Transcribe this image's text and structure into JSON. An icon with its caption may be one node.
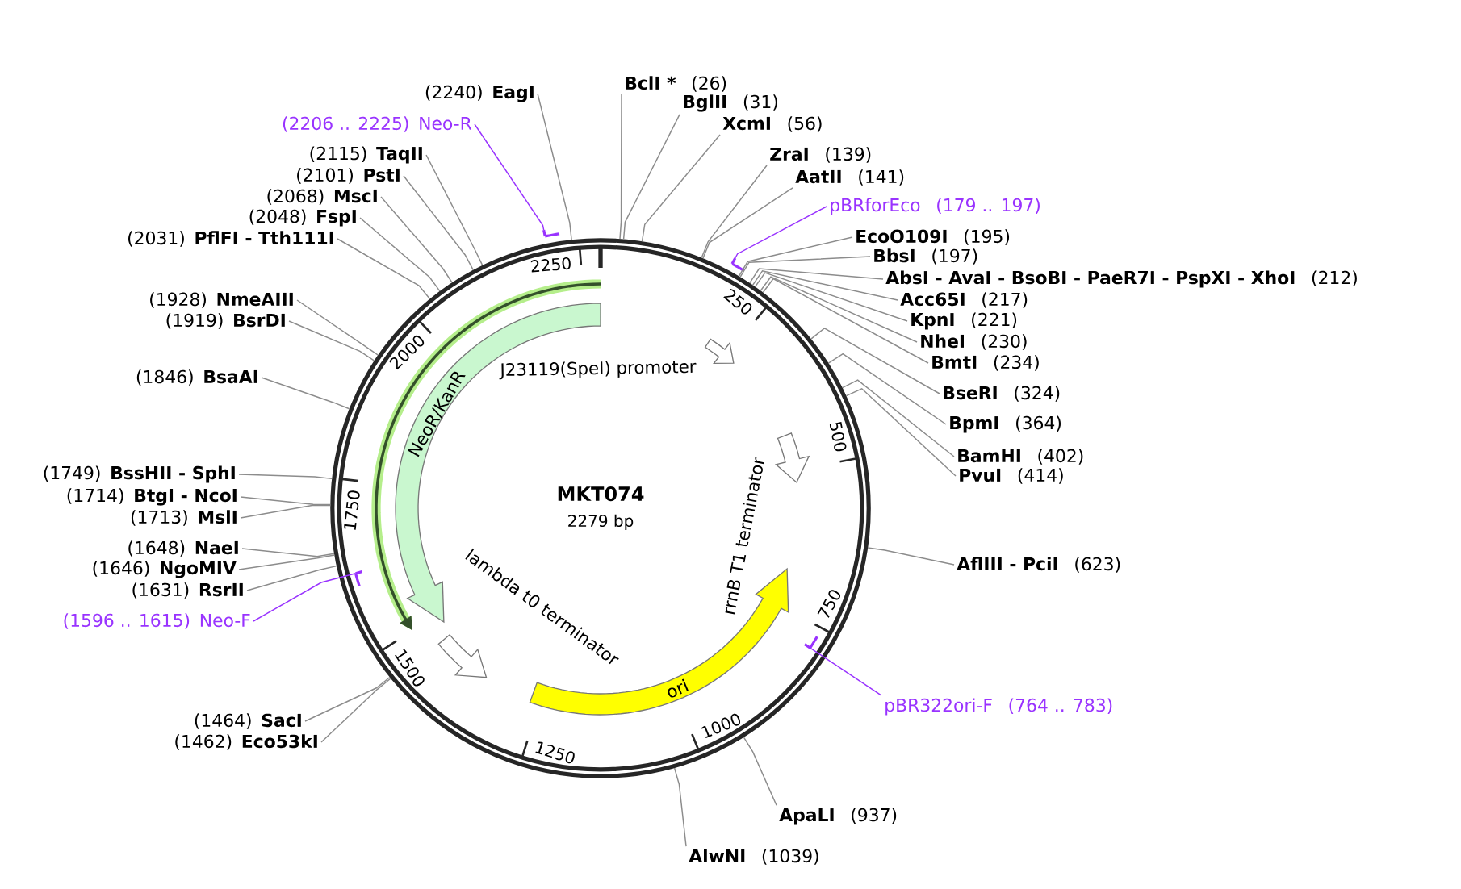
{
  "diagram": {
    "nodes": [
      {
        "text": [
          "MKT074",
          "2279 bp"
        ]
      },
      {
        "text": [
          "NeoR/KanR"
        ],
        "in": 0
      },
      {
        "text": [
          "J23119(SpeI) promoter"
        ],
        "in": 0
      },
      {
        "text": [
          "rrnB T1 terminator"
        ],
        "in": 0
      },
      {
        "text": [
          "ori"
        ],
        "in": 0
      },
      {
        "text": [
          "lambda t0 terminator"
        ],
        "in": 0
      },
      {
        "text": [
          "BclI *",
          "(26)"
        ]
      },
      {
        "text": [
          "BglII",
          "(31)"
        ]
      },
      {
        "text": [
          "XcmI",
          "(56)"
        ]
      },
      {
        "text": [
          "ZraI",
          "(139)"
        ]
      },
      {
        "text": [
          "AatII",
          "(141)"
        ]
      },
      {
        "text": [
          "pBRforEco",
          "(179 .. 197)"
        ]
      },
      {
        "text": [],
        "shape": "bar"
      },
      {
        "text": [
          "EcoO109I",
          "(195)"
        ]
      },
      {
        "text": [
          "BbsI",
          "(197)"
        ]
      },
      {
        "text": [
          "AbsI - AvaI - BsoBI - PaeR7I - PspXI - XhoI",
          "(212)"
        ]
      },
      {
        "text": [
          "Acc65I",
          "(217)"
        ]
      },
      {
        "text": [
          "KpnI",
          "(221)"
        ]
      },
      {
        "text": [
          "NheI",
          "(230)"
        ]
      },
      {
        "text": [
          "BmtI",
          "(234)"
        ]
      },
      {
        "text": [
          "BseRI",
          "(324)"
        ]
      },
      {
        "text": [
          "BpmI",
          "(364)"
        ]
      },
      {
        "text": [
          "BamHI",
          "(402)"
        ]
      },
      {
        "text": [
          "PvuI",
          "(414)"
        ]
      },
      {
        "text": [
          "AflIII - PciI",
          "(623)"
        ]
      },
      {
        "text": [
          "pBR322ori-F",
          "(764 .. 783)"
        ]
      },
      {
        "text": [],
        "shape": "bar",
        "in": 0
      },
      {
        "text": [
          "ApaLI",
          "(937)"
        ]
      },
      {
        "text": [
          "AlwNI",
          "(1039)"
        ]
      },
      {
        "text": [
          "(1464)",
          "SacI"
        ]
      },
      {
        "text": [
          "(1462)",
          "Eco53kI"
        ]
      },
      {
        "text": [
          "(1596 .. 1615)",
          "Neo-F"
        ]
      },
      {
        "text": [],
        "shape": "bar",
        "in": 0
      },
      {
        "text": [
          "(1631)",
          "RsrII"
        ]
      },
      {
        "text": [
          "(1646)",
          "NgoMIV"
        ]
      },
      {
        "text": [
          "(1648)",
          "NaeI"
        ]
      },
      {
        "text": [
          "(1713)",
          "MslI"
        ]
      },
      {
        "text": [
          "(1714)",
          "BtgI - NcoI"
        ]
      },
      {
        "text": [
          "(1749)",
          "BssHII - SphI"
        ]
      },
      {
        "text": [
          "(1846)",
          "BsaAI"
        ]
      },
      {
        "text": [
          "(1919)",
          "BsrDI"
        ]
      },
      {
        "text": [
          "(1928)",
          "NmeAIII"
        ]
      },
      {
        "text": [
          "(2031)",
          "PflFI - Tth111I"
        ]
      },
      {
        "text": [
          "(2048)",
          "FspI"
        ]
      },
      {
        "text": [
          "(2068)",
          "MscI"
        ]
      },
      {
        "text": [
          "(2101)",
          "PstI"
        ]
      },
      {
        "text": [
          "(2115)",
          "TaqII"
        ]
      },
      {
        "text": [
          "(2206 .. 2225)",
          "Neo-R"
        ]
      },
      {
        "text": [],
        "shape": "bar"
      },
      {
        "text": [
          "(2240)",
          "EagI"
        ]
      }
    ],
    "edges": [
      {
        "from": 6,
        "to": 0,
        "arrow": "none"
      },
      {
        "from": 7,
        "to": 0,
        "arrow": "none"
      },
      {
        "from": 8,
        "to": 0,
        "arrow": "none"
      },
      {
        "from": 9,
        "to": 0,
        "arrow": "none"
      },
      {
        "from": 10,
        "to": 0,
        "arrow": "none"
      },
      {
        "from": 11,
        "to": 12,
        "arrow": "none",
        "color": "#9933ff"
      },
      {
        "from": 13,
        "to": 0,
        "arrow": "none"
      },
      {
        "from": 14,
        "to": 0,
        "arrow": "none"
      },
      {
        "from": 15,
        "to": 0,
        "arrow": "none"
      },
      {
        "from": 16,
        "to": 0,
        "arrow": "none"
      },
      {
        "from": 17,
        "to": 0,
        "arrow": "none"
      },
      {
        "from": 18,
        "to": 0,
        "arrow": "none"
      },
      {
        "from": 19,
        "to": 0,
        "arrow": "none"
      },
      {
        "from": 20,
        "to": 0,
        "arrow": "none"
      },
      {
        "from": 21,
        "to": 0,
        "arrow": "none"
      },
      {
        "from": 22,
        "to": 0,
        "arrow": "none"
      },
      {
        "from": 23,
        "to": 0,
        "arrow": "none"
      },
      {
        "from": 24,
        "to": 0,
        "arrow": "none"
      },
      {
        "from": 25,
        "to": 26,
        "arrow": "none",
        "color": "#9933ff"
      },
      {
        "from": 27,
        "to": 0,
        "arrow": "none"
      },
      {
        "from": 28,
        "to": 0,
        "arrow": "none"
      },
      {
        "from": 29,
        "to": 0,
        "arrow": "none"
      },
      {
        "from": 30,
        "to": 0,
        "arrow": "none"
      },
      {
        "from": 31,
        "to": 32,
        "arrow": "none",
        "color": "#9933ff"
      },
      {
        "from": 33,
        "to": 0,
        "arrow": "none"
      },
      {
        "from": 34,
        "to": 0,
        "arrow": "none"
      },
      {
        "from": 35,
        "to": 0,
        "arrow": "none"
      },
      {
        "from": 36,
        "to": 0,
        "arrow": "none"
      },
      {
        "from": 37,
        "to": 0,
        "arrow": "none"
      },
      {
        "from": 38,
        "to": 0,
        "arrow": "none"
      },
      {
        "from": 39,
        "to": 0,
        "arrow": "none"
      },
      {
        "from": 40,
        "to": 0,
        "arrow": "none"
      },
      {
        "from": 41,
        "to": 0,
        "arrow": "none"
      },
      {
        "from": 42,
        "to": 0,
        "arrow": "none"
      },
      {
        "from": 43,
        "to": 0,
        "arrow": "none"
      },
      {
        "from": 44,
        "to": 0,
        "arrow": "none"
      },
      {
        "from": 45,
        "to": 0,
        "arrow": "none"
      },
      {
        "from": 46,
        "to": 0,
        "arrow": "none"
      },
      {
        "from": 47,
        "to": 48,
        "arrow": "none",
        "color": "#9933ff"
      },
      {
        "from": 49,
        "to": 0,
        "arrow": "none"
      }
    ],
    "labels": [
      "250",
      "500",
      "750",
      "1000",
      "1250",
      "1500",
      "1750",
      "2000",
      "2250"
    ]
  }
}
